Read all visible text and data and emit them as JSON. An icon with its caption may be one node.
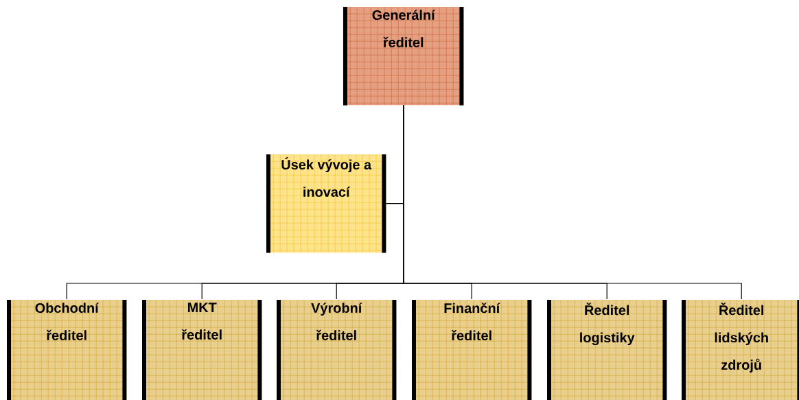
{
  "diagram": {
    "nodes": [
      {
        "text": [
          "Generální ředitel"
        ]
      },
      {
        "text": [
          "Úsek vývoje a inovací"
        ]
      },
      {
        "text": [
          "Obchodní ředitel"
        ]
      },
      {
        "text": [
          "MKT ředitel"
        ]
      },
      {
        "text": [
          "Výrobní ředitel"
        ]
      },
      {
        "text": [
          "Finanční ředitel"
        ]
      },
      {
        "text": [
          "Ředitel logistiky"
        ]
      },
      {
        "text": [
          "Ředitel lidských zdrojů"
        ]
      }
    ],
    "edges": [
      {
        "from": 0,
        "to": 1,
        "arrow": "none"
      },
      {
        "from": 0,
        "to": 2,
        "arrow": "none"
      },
      {
        "from": 0,
        "to": 3,
        "arrow": "none"
      },
      {
        "from": 0,
        "to": 4,
        "arrow": "none"
      },
      {
        "from": 0,
        "to": 5,
        "arrow": "none"
      },
      {
        "from": 0,
        "to": 6,
        "arrow": "none"
      },
      {
        "from": 0,
        "to": 7,
        "arrow": "none"
      }
    ]
  }
}
